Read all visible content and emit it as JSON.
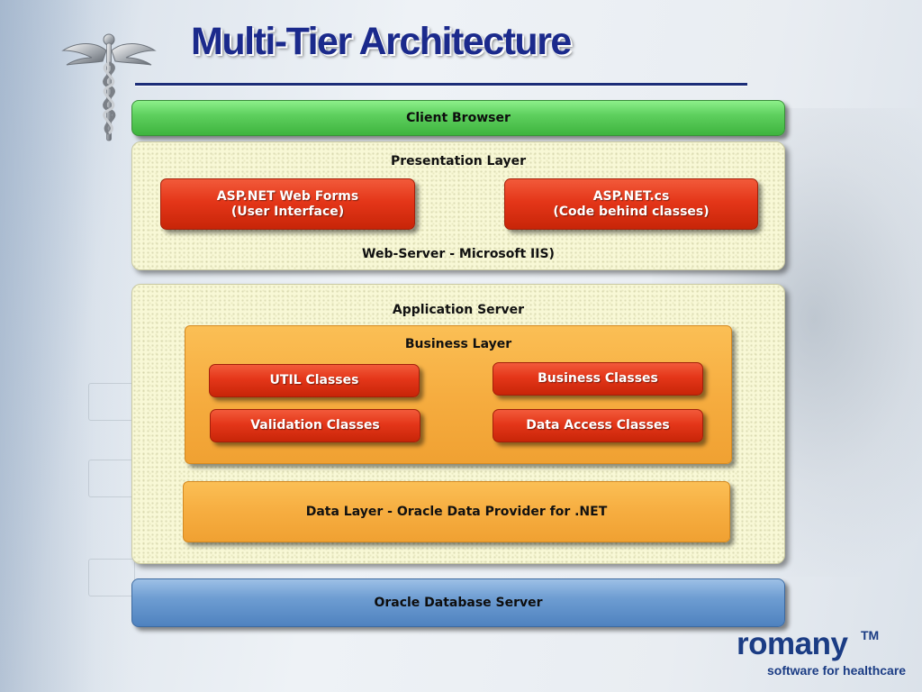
{
  "slide": {
    "title": "Multi-Tier Architecture"
  },
  "diagram": {
    "client_browser": "Client Browser",
    "presentation_layer": {
      "title": "Presentation Layer",
      "web_forms": {
        "line1": "ASP.NET Web Forms",
        "line2": "(User Interface)"
      },
      "code_behind": {
        "line1": "ASP.NET.cs",
        "line2": "(Code behind classes)"
      },
      "web_server": "Web-Server - Microsoft IIS)"
    },
    "application_server": {
      "title": "Application Server",
      "business_layer": {
        "title": "Business Layer",
        "util_classes": "UTIL Classes",
        "business_classes": "Business Classes",
        "validation_classes": "Validation Classes",
        "data_access_classes": "Data Access Classes"
      },
      "data_layer": "Data Layer  -  Oracle Data Provider for .NET"
    },
    "database_server": "Oracle Database Server"
  },
  "branding": {
    "name": "romany",
    "trademark": "TM",
    "tagline": "software for healthcare"
  },
  "colors": {
    "title": "#1b2a8c",
    "client_bar": "#5fd05f",
    "database_bar": "#6e9dd2",
    "red_component": "#e43619",
    "orange_layer": "#f6ad40",
    "panel_background": "#f8f8d6",
    "brand": "#1b3c84"
  },
  "icons": {
    "logo": "caduceus-icon"
  }
}
